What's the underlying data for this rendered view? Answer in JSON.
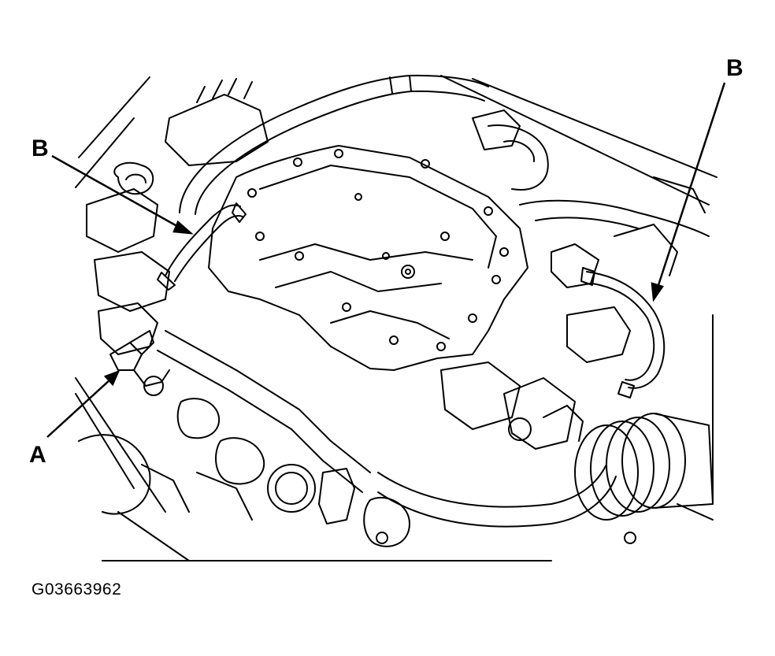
{
  "callouts": {
    "b_left": "B",
    "b_right": "B",
    "a": "A"
  },
  "figure_id": "G03663962",
  "colors": {
    "line": "#000000",
    "background": "#ffffff"
  }
}
